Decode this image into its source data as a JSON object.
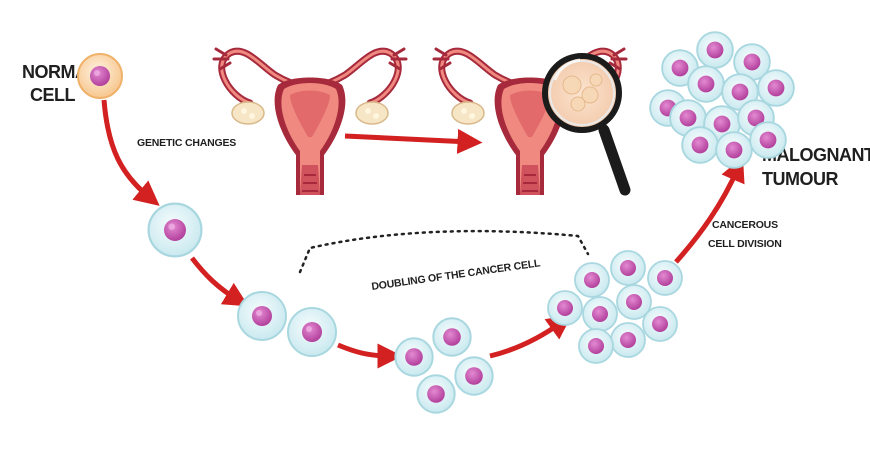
{
  "labels": {
    "normal_cell": [
      "NORMAL",
      "CELL"
    ],
    "genetic_changes": "GENETIC CHANGES",
    "doubling": "DOUBLING OF THE CANCER CELL",
    "cancerous_division": [
      "CANCEROUS",
      "CELL DIVISION"
    ],
    "malignant_tumour": [
      "MALOGNANT",
      "TUMOUR"
    ]
  },
  "colors": {
    "arrow": "#d32020",
    "cell_membrane": "#bfe3ea",
    "cell_fill": "#e8f6f8",
    "nucleus": "#c853b0",
    "normal_membrane": "#f5c493",
    "uterus_outer": "#a62a3c",
    "uterus_inner": "#f08a80",
    "uterus_core": "#e36a6a"
  },
  "icons": [
    "uterus-icon",
    "uterus-with-tumour-icon",
    "magnifying-glass-icon"
  ]
}
